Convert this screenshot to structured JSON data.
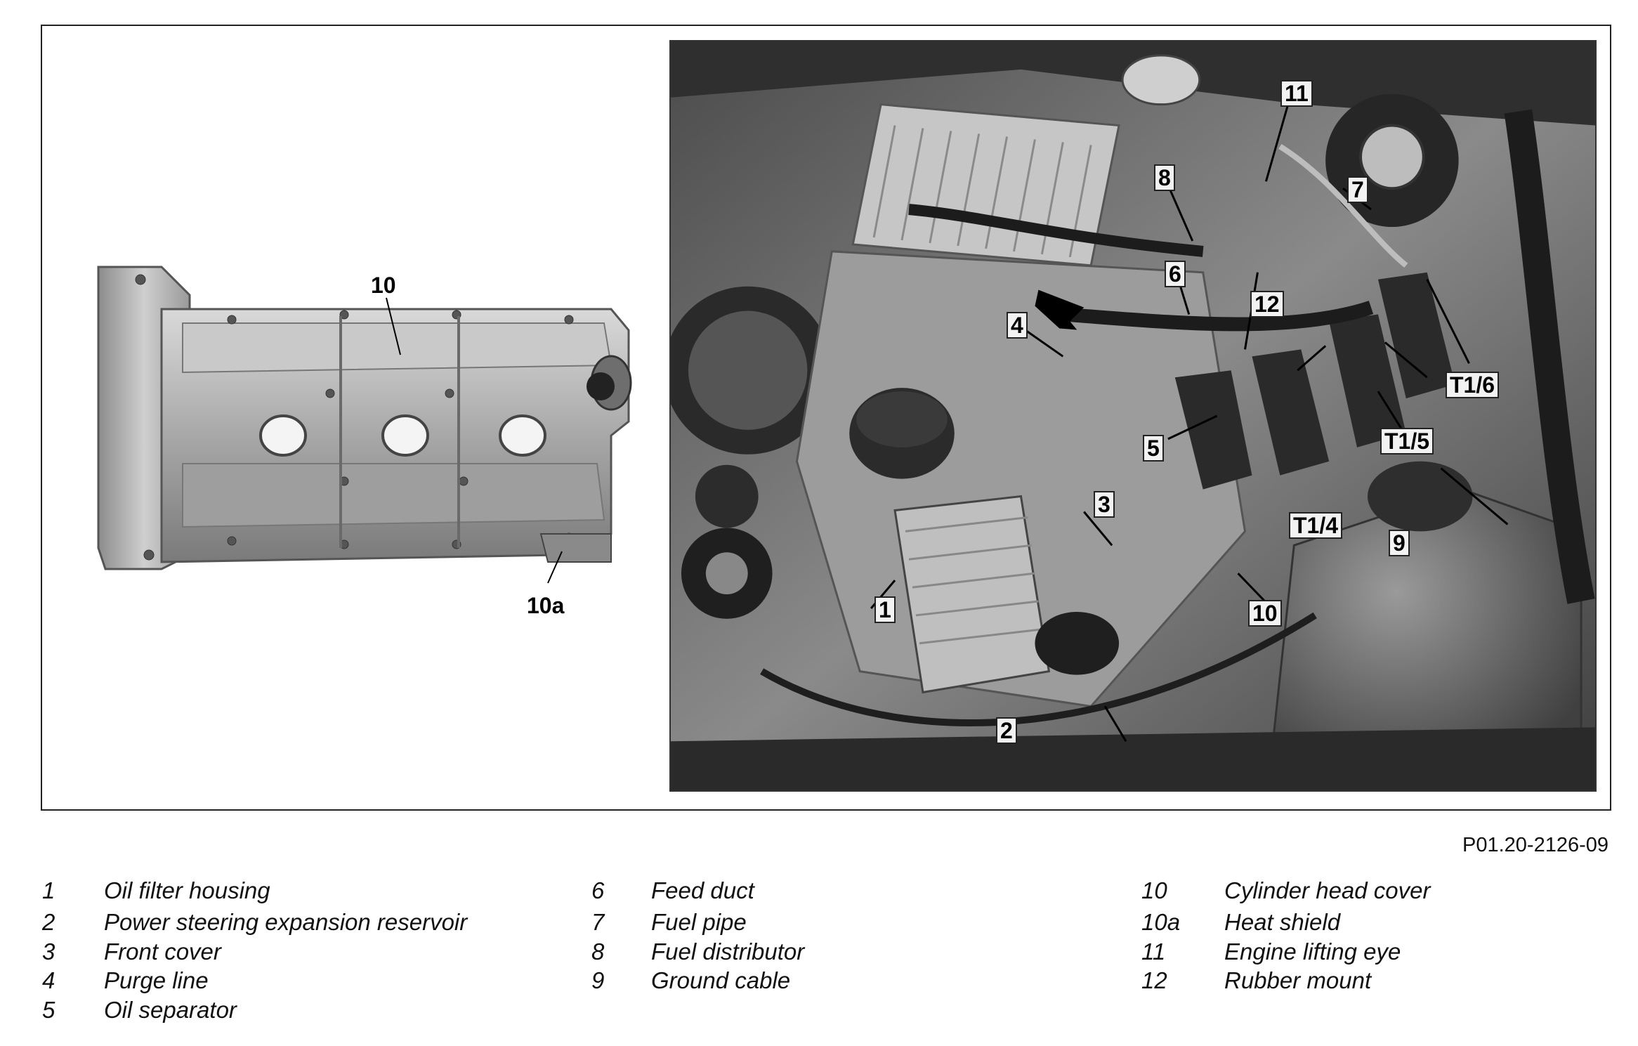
{
  "callouts": {
    "c1": "1",
    "c2": "2",
    "c3": "3",
    "c4": "4",
    "c5": "5",
    "c6": "6",
    "c7": "7",
    "c8": "8",
    "c9": "9",
    "c10": "10",
    "c11": "11",
    "c12": "12",
    "t14": "T1/4",
    "t15": "T1/5",
    "t16": "T1/6"
  },
  "cover_labels": {
    "main": "10",
    "shield": "10a"
  },
  "reference_code": "P01.20-2126-09",
  "legend": {
    "col1": [
      {
        "num": "1",
        "text": "Oil filter housing"
      },
      {
        "num": "2",
        "text": "Power steering expansion reservoir"
      },
      {
        "num": "3",
        "text": "Front cover"
      },
      {
        "num": "4",
        "text": "Purge line"
      },
      {
        "num": "5",
        "text": "Oil separator"
      }
    ],
    "col2": [
      {
        "num": "6",
        "text": "Feed duct"
      },
      {
        "num": "7",
        "text": "Fuel pipe"
      },
      {
        "num": "8",
        "text": "Fuel distributor"
      },
      {
        "num": "9",
        "text": "Ground cable"
      }
    ],
    "col3": [
      {
        "num": "10",
        "text": "Cylinder head cover"
      },
      {
        "num": "10a",
        "text": "Heat shield"
      },
      {
        "num": "11",
        "text": "Engine lifting eye"
      },
      {
        "num": "12",
        "text": "Rubber mount"
      }
    ]
  }
}
